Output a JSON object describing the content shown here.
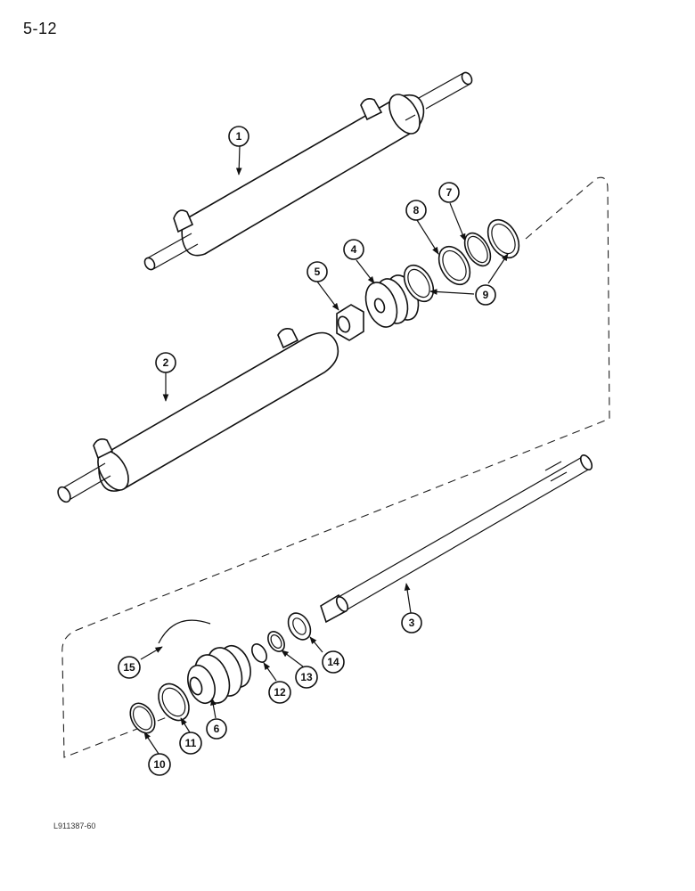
{
  "page": {
    "page_number": "5-12",
    "figure_code": "L911387-60"
  },
  "callouts": [
    {
      "id": "1",
      "label": "1"
    },
    {
      "id": "2",
      "label": "2"
    },
    {
      "id": "3",
      "label": "3"
    },
    {
      "id": "4",
      "label": "4"
    },
    {
      "id": "5",
      "label": "5"
    },
    {
      "id": "6",
      "label": "6"
    },
    {
      "id": "7",
      "label": "7"
    },
    {
      "id": "8",
      "label": "8"
    },
    {
      "id": "9",
      "label": "9"
    },
    {
      "id": "10",
      "label": "10"
    },
    {
      "id": "11",
      "label": "11"
    },
    {
      "id": "12",
      "label": "12"
    },
    {
      "id": "13",
      "label": "13"
    },
    {
      "id": "14",
      "label": "14"
    },
    {
      "id": "15",
      "label": "15"
    }
  ]
}
